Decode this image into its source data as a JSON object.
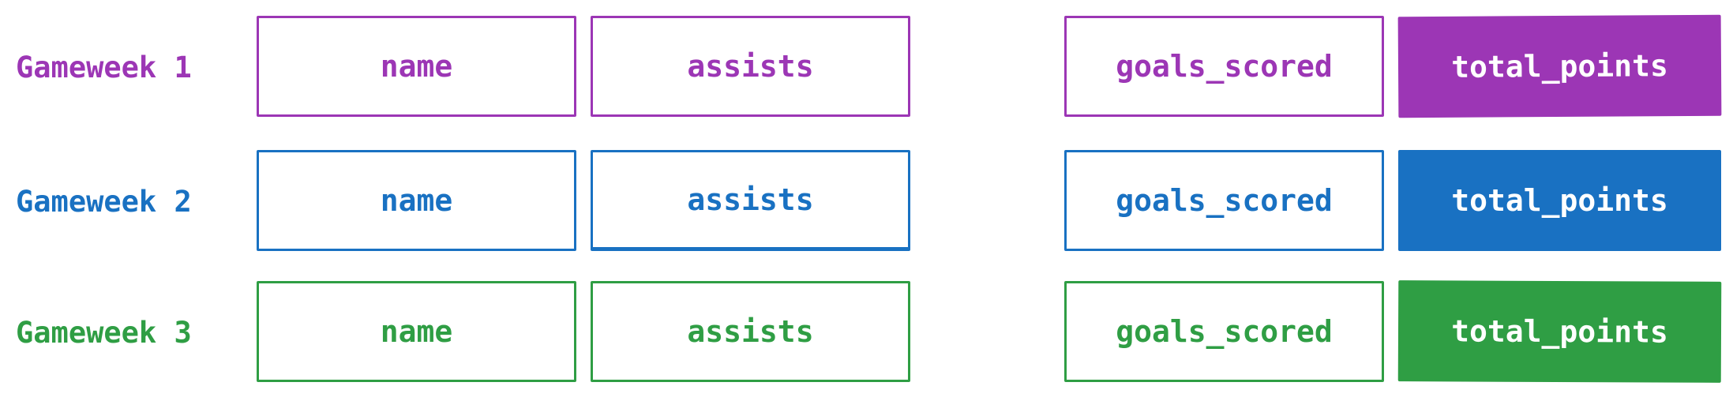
{
  "colors": {
    "row1": "#9c36b5",
    "row2": "#1971c2",
    "row3": "#2f9e44"
  },
  "rows": [
    {
      "label": "Gameweek 1",
      "cells": [
        "name",
        "assists",
        "goals_scored",
        "total_points"
      ]
    },
    {
      "label": "Gameweek 2",
      "cells": [
        "name",
        "assists",
        "goals_scored",
        "total_points"
      ]
    },
    {
      "label": "Gameweek 3",
      "cells": [
        "name",
        "assists",
        "goals_scored",
        "total_points"
      ]
    }
  ]
}
